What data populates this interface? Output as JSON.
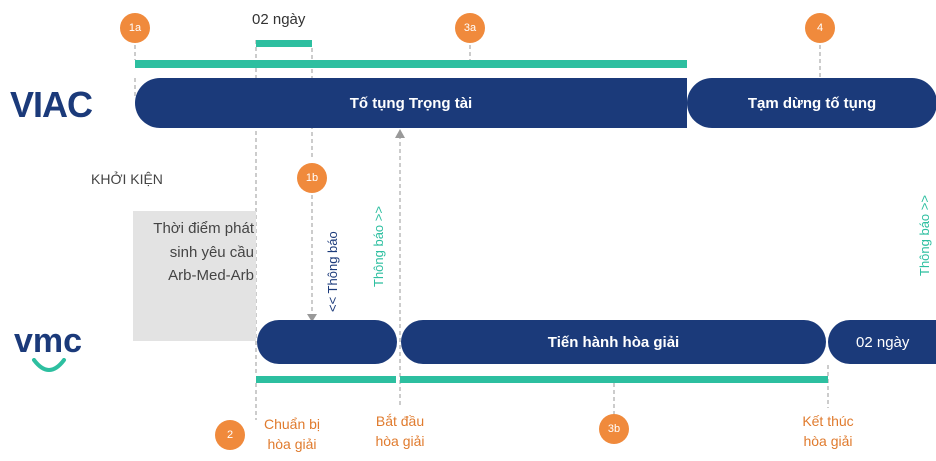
{
  "logos": {
    "viac": "VIAC",
    "vmc": "vmc"
  },
  "colors": {
    "navy": "#1b3a7a",
    "teal": "#2dbfa0",
    "orange": "#f08a3c",
    "gray": "#e3e3e3"
  },
  "badges": {
    "b1a": "1a",
    "b3a": "3a",
    "b4": "4",
    "b1b": "1b",
    "b2": "2",
    "b3b": "3b"
  },
  "top_label": "02 ngày",
  "viac_bars": {
    "litigation": "Tố tụng Trọng tài",
    "suspend": "Tạm dừng tố tụng"
  },
  "vmc_bars": {
    "mediation": "Tiến hành hòa giải",
    "days": "02 ngày"
  },
  "khoi_kien": "KHỞI KIỆN",
  "gray_box": "Thời điểm phát sinh yêu cầu Arb-Med-Arb",
  "notify_down": "<< Thông báo",
  "notify_up": "Thông báo >>",
  "notify_right": "Thông báo >>",
  "captions": {
    "prepare_1": "Chuẩn bị",
    "prepare_2": "hòa giải",
    "start_1": "Bắt đầu",
    "start_2": "hòa giải",
    "end_1": "Kết thúc",
    "end_2": "hòa giải"
  }
}
